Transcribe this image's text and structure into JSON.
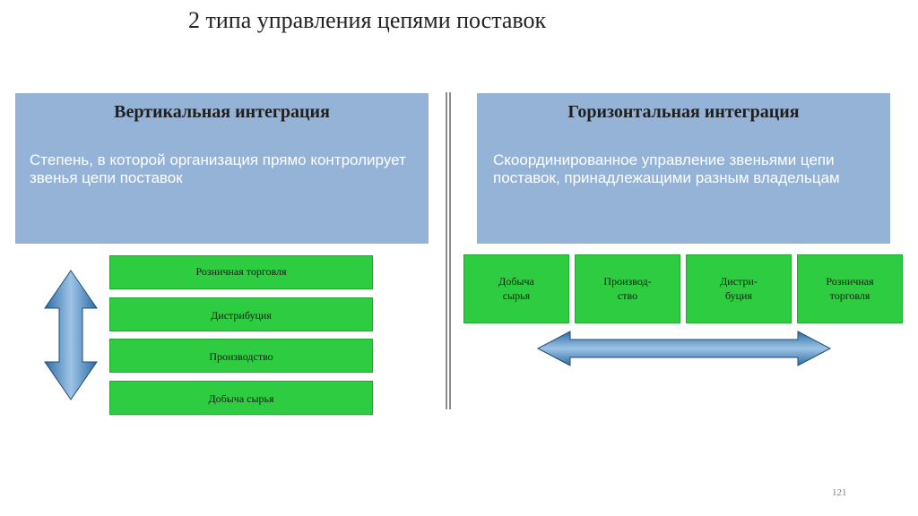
{
  "title": "2 типа управления цепями поставок",
  "vertical": {
    "heading": "Вертикальная интеграция",
    "description": "Степень, в которой организация прямо контролирует звенья цепи поставок",
    "levels": [
      "Розничная торговля",
      "Дистрибуция",
      "Производство",
      "Добыча сырья"
    ]
  },
  "horizontal": {
    "heading": "Горизонтальная интеграция",
    "description": "Скоординированное управление звеньями цепи поставок, принадлежащими разным владельцам",
    "links": [
      [
        "Добыча",
        "сырья"
      ],
      [
        "Производ-",
        "ство"
      ],
      [
        "Дистри-",
        "буция"
      ],
      [
        "Розничная",
        "торговля"
      ]
    ]
  },
  "page_number": "121",
  "colors": {
    "panel": "#95b3d7",
    "box": "#2ecc40",
    "arrow_light": "#9dc3e6",
    "arrow_dark": "#1f4e79"
  }
}
